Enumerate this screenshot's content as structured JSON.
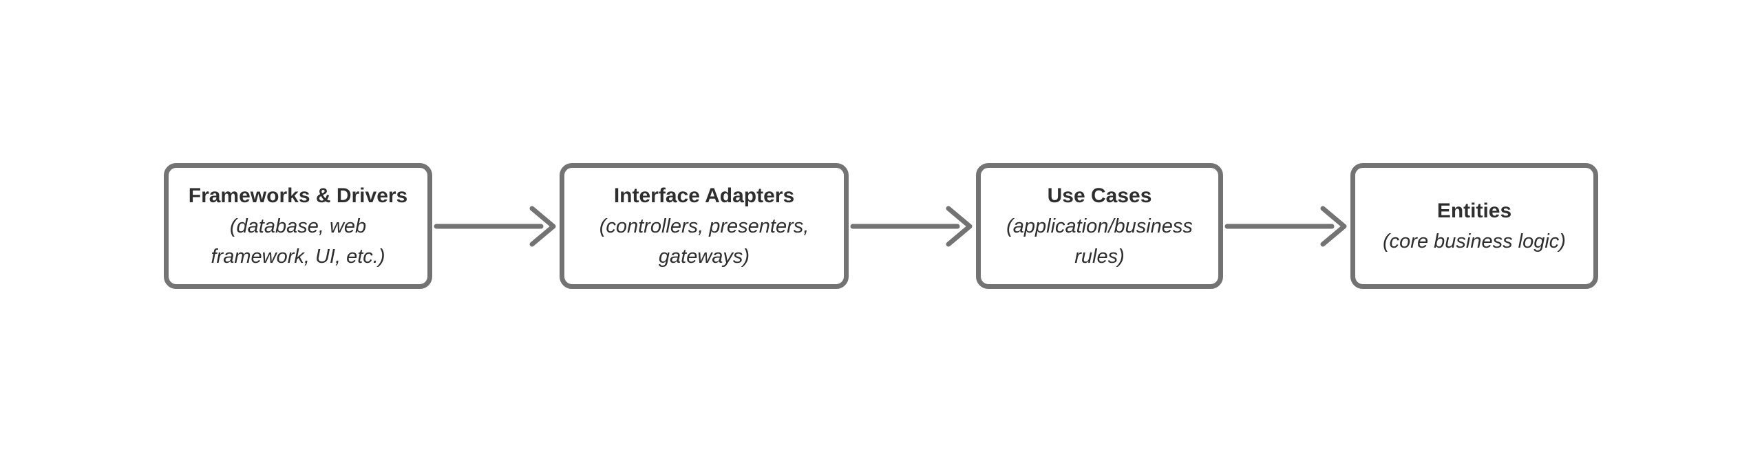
{
  "page": {
    "background_color": "#ffffff"
  },
  "colors": {
    "box_border": "#737373",
    "arrow": "#737373",
    "text": "#2e2e2e"
  },
  "diagram": {
    "type": "horizontal-flow",
    "direction": "left-to-right",
    "boxes": [
      {
        "id": "frameworks-drivers",
        "title": "Frameworks & Drivers",
        "subtitle": "(database, web framework, UI, etc.)",
        "subtitle_lines": [
          "(database, web",
          "framework, UI, etc.)"
        ]
      },
      {
        "id": "interface-adapters",
        "title": "Interface Adapters",
        "subtitle": "(controllers, presenters, gateways)",
        "subtitle_lines": [
          "(controllers, presenters,",
          "gateways)"
        ]
      },
      {
        "id": "use-cases",
        "title": "Use Cases",
        "subtitle": "(application/business rules)",
        "subtitle_lines": [
          "(application/business",
          "rules)"
        ]
      },
      {
        "id": "entities",
        "title": "Entities",
        "subtitle": "(core business logic)",
        "subtitle_lines": [
          "(core business logic)"
        ]
      }
    ],
    "arrows": [
      {
        "from": "frameworks-drivers",
        "to": "interface-adapters"
      },
      {
        "from": "interface-adapters",
        "to": "use-cases"
      },
      {
        "from": "use-cases",
        "to": "entities"
      }
    ]
  }
}
